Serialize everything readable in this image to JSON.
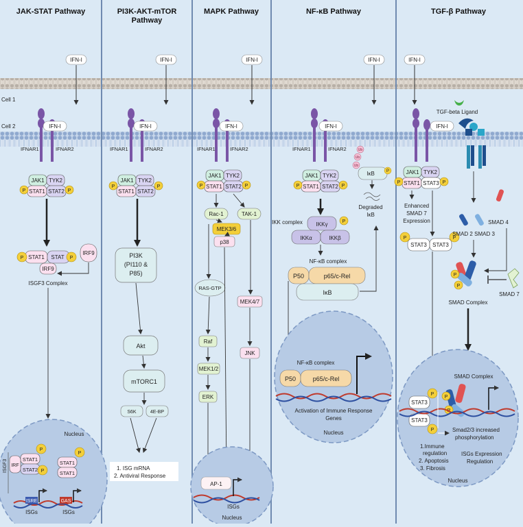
{
  "colors": {
    "background": "#dbe9f5",
    "column_divider": "#6f8ab0",
    "nucleus": "#b7cbe5",
    "membrane": "#c9c2b8",
    "receptor": "#7a55a6",
    "phospho": "#f3cf3a",
    "ikk": "#c8c2e8",
    "jak": "#cfeee0",
    "tyk": "#d9d4f2",
    "stat": "#fbe0ef",
    "mapk_box": "#e2f2d2",
    "pi3k_box": "#dceef0",
    "p50": "#f6d9a8",
    "dna_red": "#c0392b",
    "dna_blue": "#2d4fa0"
  },
  "icons": [
    "phospho-circle-icon",
    "receptor-icon",
    "ubiquitin-icon",
    "tgf-ligand-icon",
    "arrow-icon",
    "inhibit-arrow-icon",
    "dna-icon",
    "cell-membrane-icon",
    "nucleus-icon",
    "smad-protein-icon"
  ],
  "membrane_labels": {
    "cell1": "Cell 1",
    "cell2": "Cell 2"
  },
  "common": {
    "ifn": "IFN-I",
    "ifnar1": "IFNAR1",
    "ifnar2": "IFNAR2",
    "jak1": "JAK1",
    "tyk2": "TYK2",
    "stat1": "STAT1",
    "stat2": "STAT2",
    "p": "P",
    "nucleus": "Nucleus",
    "isgs": "ISGs"
  },
  "jak": {
    "title": "JAK-STAT Pathway",
    "irf9": "IRF9",
    "stat_trunc": "STAT",
    "isgf3": "ISGF3 Complex",
    "isgf3_vertical": "ISGF3",
    "irf_trunc": "IRF",
    "isre": "ISRE",
    "gas": "GAS"
  },
  "pi3k": {
    "title_l1": "PI3K-AKT-mTOR",
    "title_l2": "Pathway",
    "pi3k_l1": "PI3K",
    "pi3k_l2": "(PI110 &",
    "pi3k_l3": "P85)",
    "akt": "Akt",
    "mtorc1": "mTORC1",
    "s6k": "S6K",
    "ebp": "4E-BP",
    "out1": "1.  ISG mRNA",
    "out2": "2. Antiviral Response"
  },
  "mapk": {
    "title": "MAPK Pathway",
    "rac1": "Rac-1",
    "tak1": "TAK-1",
    "mek36": "MEK3/6",
    "p38": "p38",
    "rasgtp": "RAS-GTP",
    "raf": "Raf",
    "mek12": "MEK1/2",
    "erk": "ERK",
    "mek47": "MEK4/7",
    "jnk": "JNK",
    "ap1": "AP-1"
  },
  "nfkb": {
    "title": "NF-κB  Pathway",
    "ikb": "IκB",
    "degraded_l1": "Degraded",
    "degraded_l2": "IκB",
    "ub": "Ub",
    "ikk_complex": "IKK complex",
    "ikkg": "IKKγ",
    "ikka": "IKKα",
    "ikkb": "IKKβ",
    "nfkb_complex": "NF-κB complex",
    "p50": "P50",
    "p65": "p65/c-Rel",
    "activation_l1": "Activation of Immune Response",
    "activation_l2": "Genes"
  },
  "tgf": {
    "title": "TGF-β Pathway",
    "ligand": "TGF-beta Ligand",
    "stat3": "STAT3",
    "enh_l1": "Enhanced",
    "enh_l2": "SMAD 7",
    "enh_l3": "Expression",
    "smad23": "SMAD 2 SMAD 3",
    "smad4": "SMAD 4",
    "smad_complex": "SMAD Complex",
    "smad7": "SMAD 7",
    "smad_phos_l1": "Smad2/3 increased",
    "smad_phos_l2": "phosphorylation",
    "res1_l1": "1.Immune",
    "res1_l2": "regulation",
    "res2": "2. Apoptosis",
    "res3": "3. Fibrosis",
    "isg_reg_l1": "ISGs Expression",
    "isg_reg_l2": "Regulation"
  }
}
